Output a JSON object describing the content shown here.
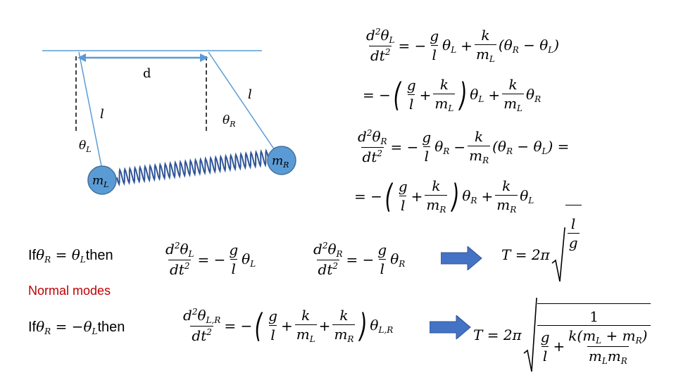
{
  "diagram": {
    "distance_label": "d",
    "length_label_left": "l",
    "length_label_right": "l",
    "angle_left": "θ",
    "angle_left_sub": "L",
    "angle_right": "θ",
    "angle_right_sub": "R",
    "mass_left": "m",
    "mass_left_sub": "L",
    "mass_right": "m",
    "mass_right_sub": "R",
    "colors": {
      "line": "#5b9bd5",
      "ball": "#5b9bd5",
      "ball_stroke": "#41719c",
      "spring": "#2f5597",
      "arrow": "#4472c4",
      "normal_modes": "#c00000"
    }
  },
  "equations": {
    "eq1": {
      "lhs_num": "d²θ",
      "lhs_num_sub": "L",
      "lhs_den": "dt²",
      "rhs": "= −",
      "g": "g",
      "l": "l",
      "theta_L": "θ",
      "sub_L": "L",
      "k": "k",
      "mL": "m",
      "paren": "(θ",
      "sub_R": "R",
      "minus": " − θ",
      "close": ")"
    },
    "eq2": {
      "prefix": "= −",
      "plus": "+",
      "theta": "θ"
    },
    "eq3": {
      "lhs_num": "d²θ",
      "lhs_den": "dt²",
      "rhs": "= −",
      "minus": "−",
      "equals_end": "="
    },
    "eq4": {
      "prefix": "= −",
      "plus": "+"
    }
  },
  "modes": {
    "case1_if": "If ",
    "case1_cond": "θ",
    "case1_then": " then",
    "normal_modes": "Normal modes",
    "case2_if": "If ",
    "case2_then": " then",
    "period": "T = 2π",
    "one": "1"
  }
}
